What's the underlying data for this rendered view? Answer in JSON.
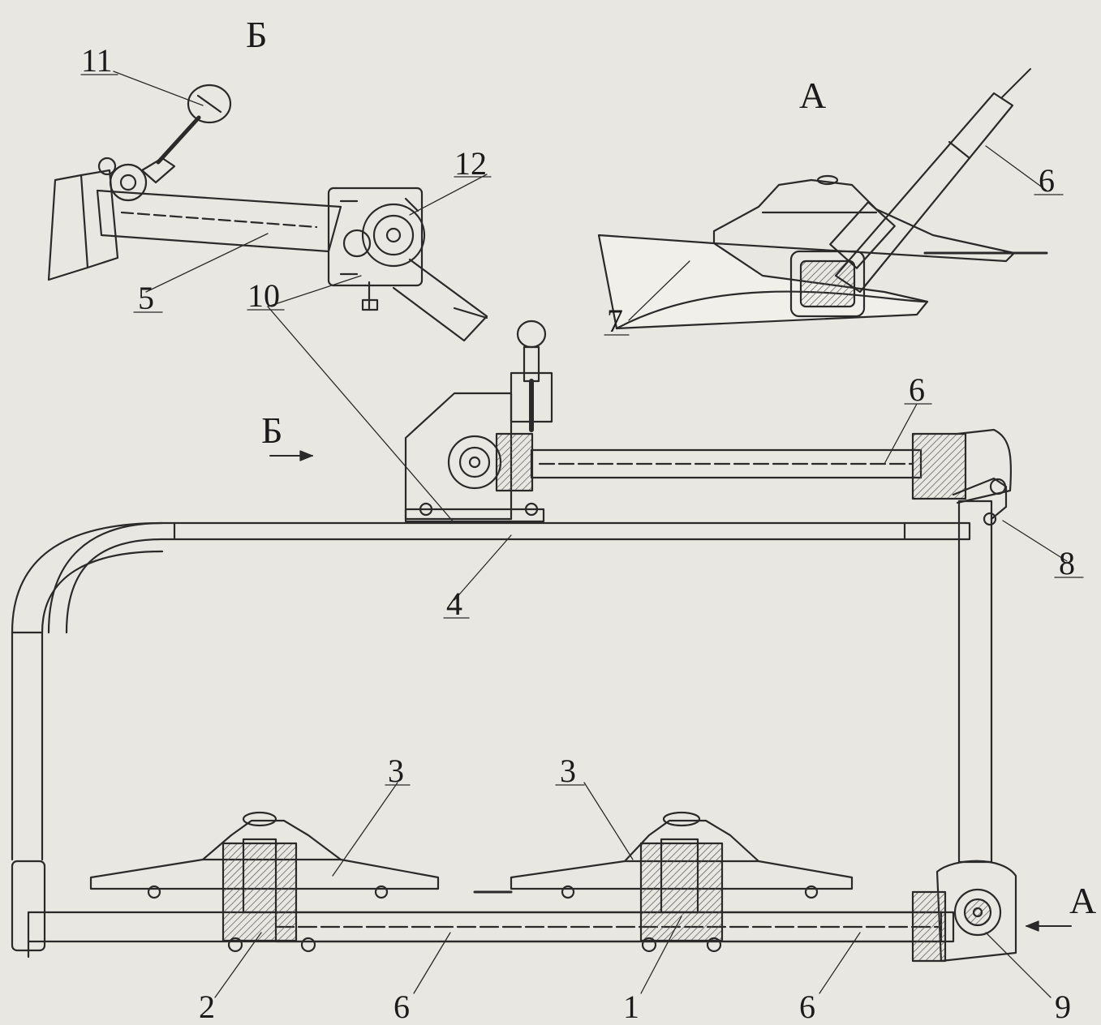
{
  "view_labels": {
    "b_top": "Б",
    "a_top": "А",
    "b_arrow": "Б",
    "a_arrow": "А"
  },
  "part_labels": {
    "p11": "11",
    "p12": "12",
    "p5": "5",
    "p10": "10",
    "p6_topright": "6",
    "p7": "7",
    "p6_mid": "6",
    "p8": "8",
    "p4": "4",
    "p3_left": "3",
    "p3_right": "3",
    "p2": "2",
    "p6_bottom_left": "6",
    "p1": "1",
    "p6_bottom_right": "6",
    "p9": "9"
  },
  "colors": {
    "paper": "#e9e7e2",
    "ink": "#2a2a2a",
    "hatch": "#555555"
  }
}
